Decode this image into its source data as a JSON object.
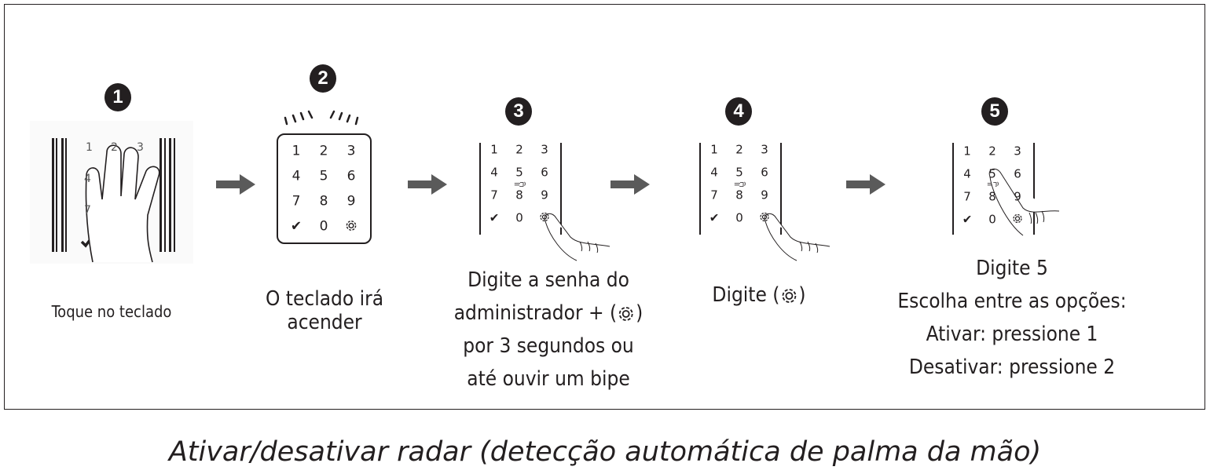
{
  "steps": [
    {
      "number": "1",
      "caption": [
        "Toque no teclado"
      ]
    },
    {
      "number": "2",
      "caption": [
        "O teclado irá",
        "acender"
      ]
    },
    {
      "number": "3",
      "caption": [
        "Digite a senha do",
        "administrador + (",
        ")",
        "por 3 segundos ou",
        "até ouvir um bipe"
      ]
    },
    {
      "number": "4",
      "caption": [
        "Digite (",
        ")"
      ]
    },
    {
      "number": "5",
      "caption": [
        "Digite 5",
        "Escolha entre as opções:",
        "Ativar: pressione 1",
        "Desativar: pressione 2"
      ]
    }
  ],
  "keypad": {
    "keys": [
      "1",
      "2",
      "3",
      "4",
      "5",
      "6",
      "7",
      "8",
      "9",
      "✔",
      "0"
    ]
  },
  "caption": "Ativar/desativar radar (detecção automática de palma da mão)",
  "colors": {
    "ink": "#231f20",
    "arrow": "#5a5a5a"
  }
}
